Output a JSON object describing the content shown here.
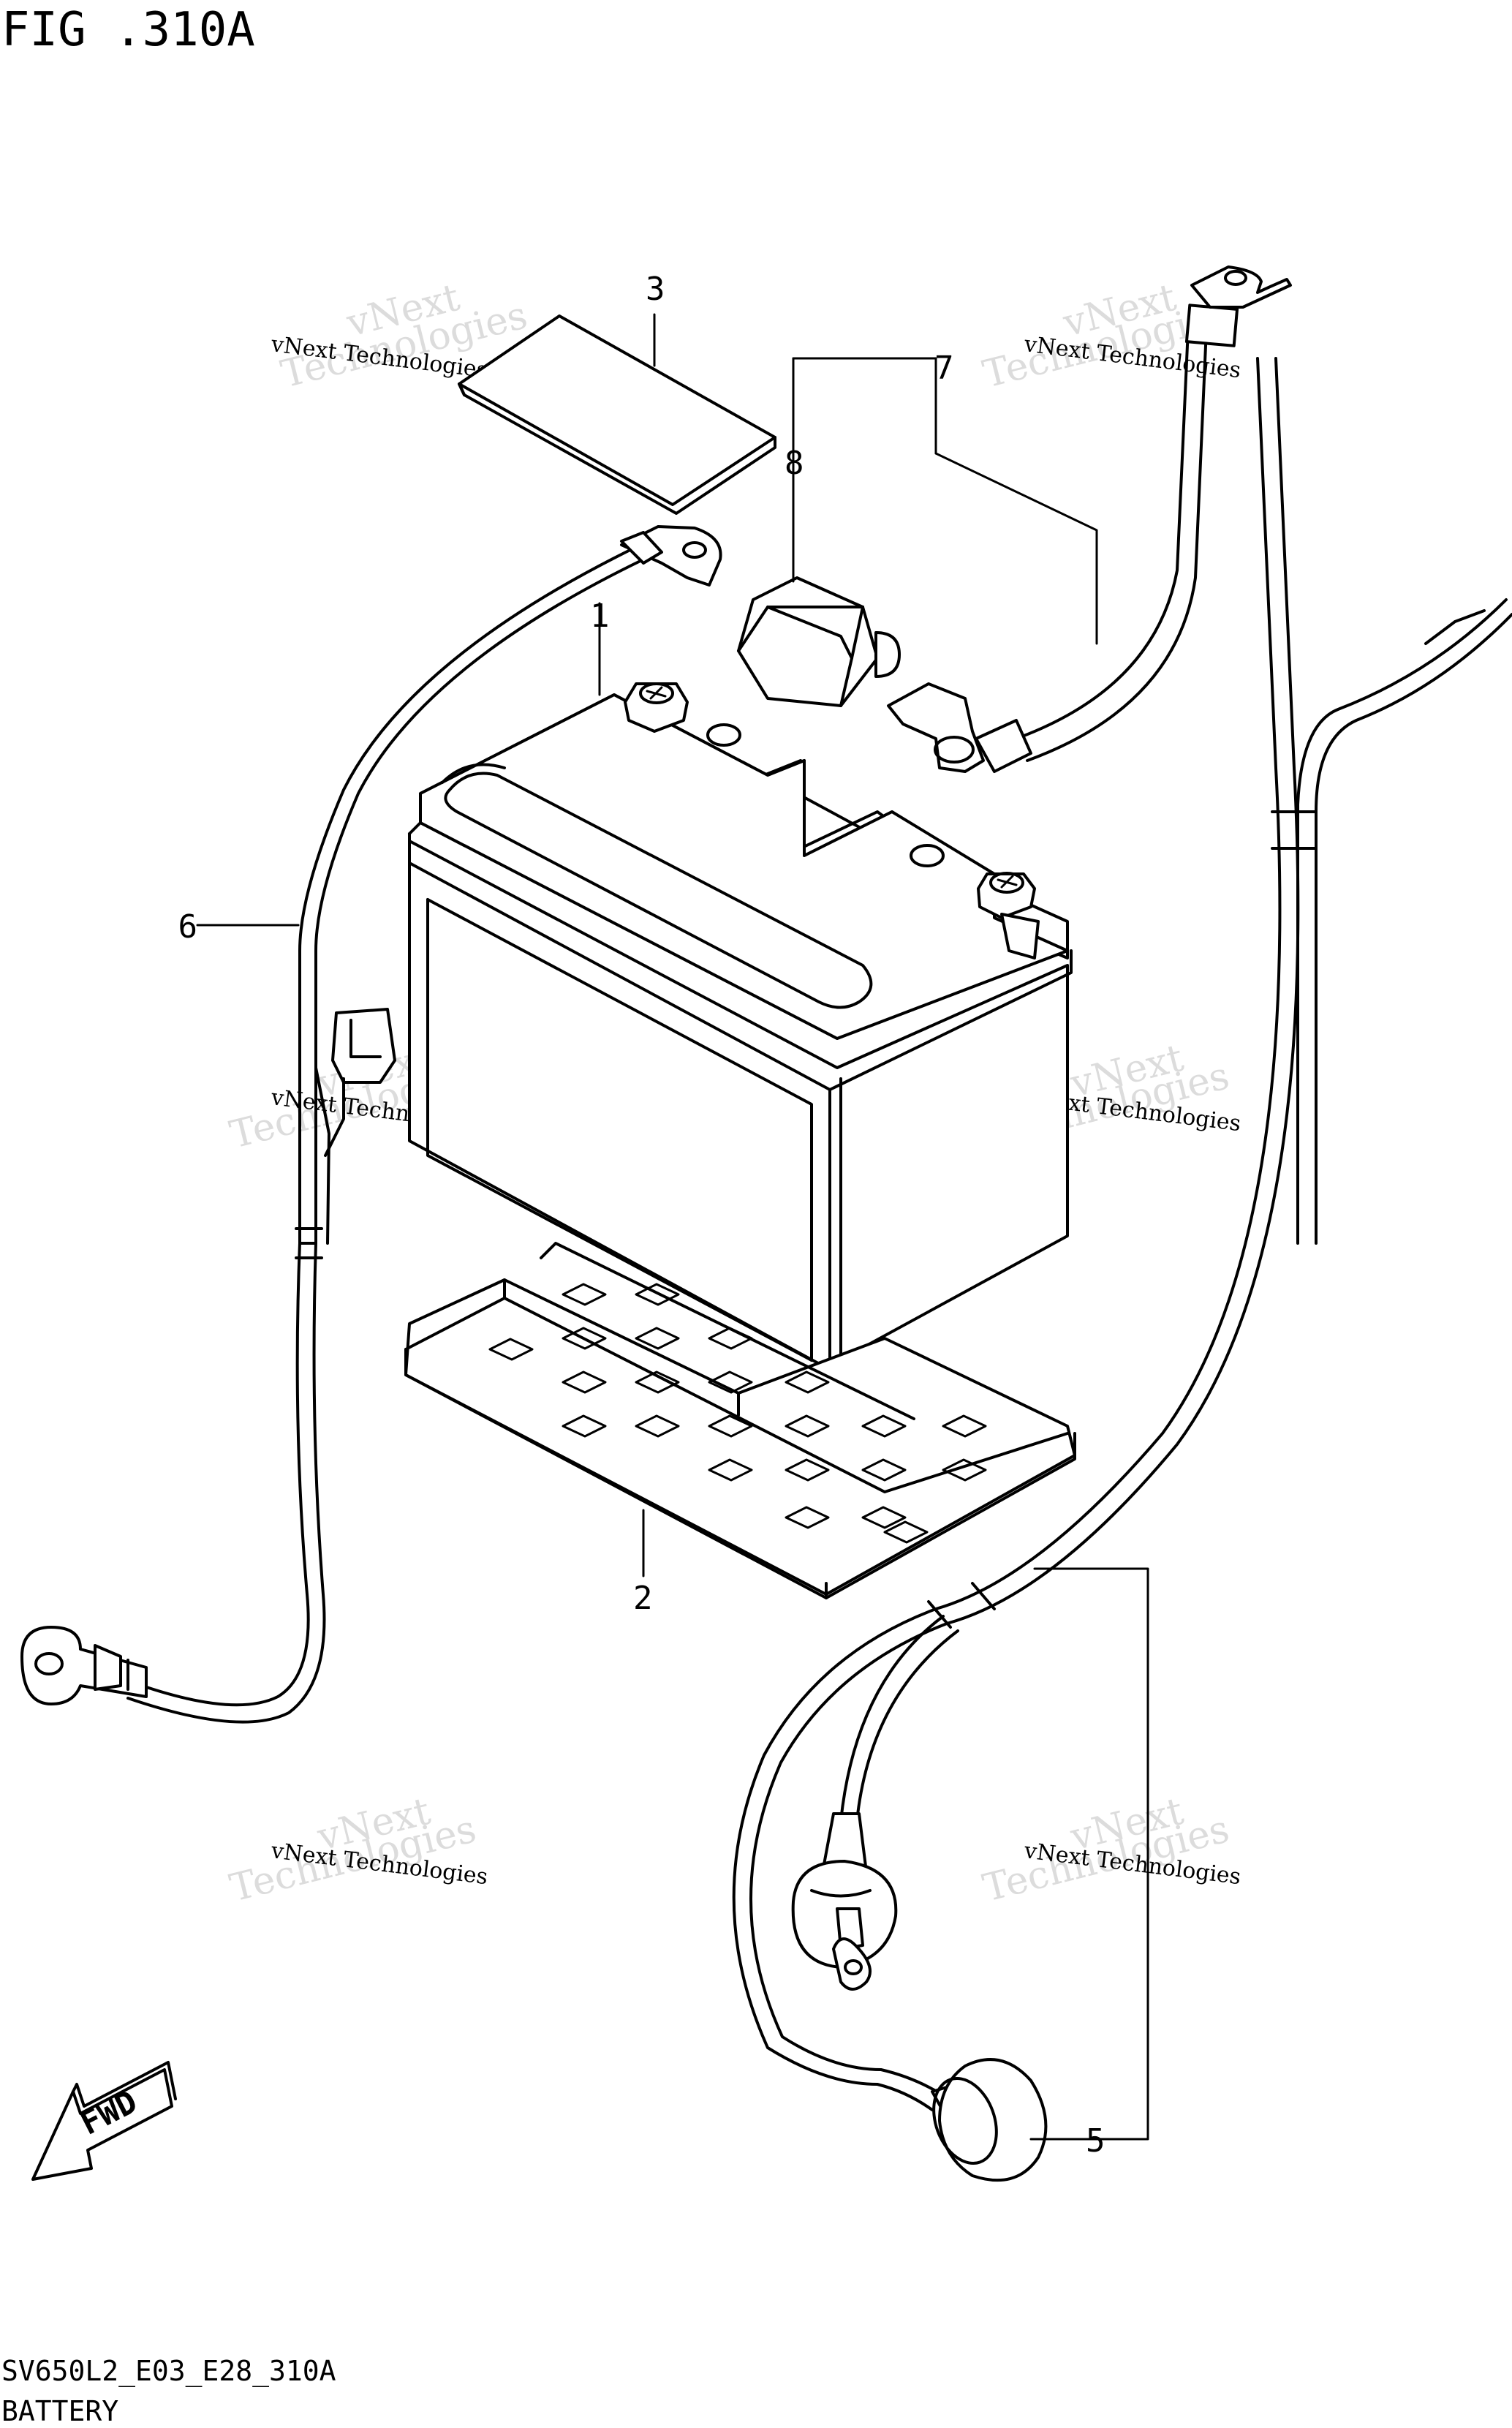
{
  "figure": {
    "title": "FIG .310A",
    "code": "SV650L2_E03_E28_310A",
    "caption": "BATTERY",
    "direction_badge": "FWD"
  },
  "callouts": [
    {
      "id": "1",
      "label": "1"
    },
    {
      "id": "2",
      "label": "2"
    },
    {
      "id": "3",
      "label": "3"
    },
    {
      "id": "5",
      "label": "5"
    },
    {
      "id": "6",
      "label": "6"
    },
    {
      "id": "7",
      "label": "7"
    },
    {
      "id": "8",
      "label": "8"
    }
  ],
  "watermark": {
    "line1": "vNext Technologies",
    "line2": "vNext",
    "line3": "Technologies"
  },
  "colors": {
    "ink": "#000000",
    "background": "#ffffff",
    "watermark": "#d7d7d7"
  }
}
